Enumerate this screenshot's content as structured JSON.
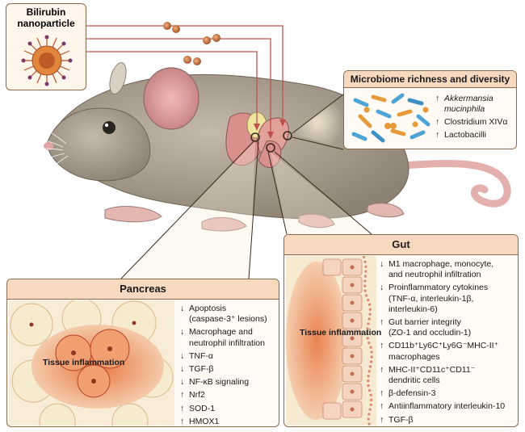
{
  "nanoparticle": {
    "title": "Bilirubin\nnanoparticle"
  },
  "microbiome": {
    "title": "Microbiome richness and diversity",
    "items": [
      {
        "arrow": "↑",
        "text": "Akkermansia",
        "italic": true
      },
      {
        "arrow": "",
        "text": "mucinphila",
        "italic": true
      },
      {
        "arrow": "↑",
        "text": "Clostridium XIVα",
        "italic": false
      },
      {
        "arrow": "↑",
        "text": "Lactobacilli",
        "italic": false
      }
    ]
  },
  "pancreas": {
    "title": "Pancreas",
    "tissue_label": "Tissue inflammation",
    "items": [
      {
        "arrow": "↓",
        "text": "Apoptosis"
      },
      {
        "arrow": "",
        "text": "(caspase-3⁺ lesions)"
      },
      {
        "arrow": "↓",
        "text": "Macrophage and"
      },
      {
        "arrow": "",
        "text": "neutrophil infiltration"
      },
      {
        "arrow": "↓",
        "text": "TNF-α"
      },
      {
        "arrow": "↓",
        "text": "TGF-β"
      },
      {
        "arrow": "↓",
        "text": "NF-κB signaling"
      },
      {
        "arrow": "↑",
        "text": "Nrf2"
      },
      {
        "arrow": "↑",
        "text": "SOD-1"
      },
      {
        "arrow": "↑",
        "text": "HMOX1"
      }
    ]
  },
  "gut": {
    "title": "Gut",
    "tissue_label": "Tissue inflammation",
    "items": [
      {
        "arrow": "↓",
        "text": "M1 macrophage, monocyte,"
      },
      {
        "arrow": "",
        "text": "and neutrophil infiltration"
      },
      {
        "arrow": "↓",
        "text": "Proinflammatory cytokines"
      },
      {
        "arrow": "",
        "text": "(TNF-α, interleukin-1β,"
      },
      {
        "arrow": "",
        "text": "interleukin-6)"
      },
      {
        "arrow": "↑",
        "text": "Gut barrier integrity"
      },
      {
        "arrow": "",
        "text": "(ZO-1 and occludin-1)"
      },
      {
        "arrow": "↑",
        "text": "CD11b⁺Ly6C⁺Ly6G⁻MHC-II⁺"
      },
      {
        "arrow": "",
        "text": "macrophages"
      },
      {
        "arrow": "↑",
        "text": "MHC-II⁺CD11c⁺CD11⁻"
      },
      {
        "arrow": "",
        "text": "dendritic cells"
      },
      {
        "arrow": "↑",
        "text": "β-defensin-3"
      },
      {
        "arrow": "↑",
        "text": "Antiinflammatory interleukin-10"
      },
      {
        "arrow": "↑",
        "text": "TGF-β"
      }
    ]
  },
  "colors": {
    "box_fill": "#fffaf3",
    "box_header": "#f6d9bf",
    "box_border": "#8a6a4a",
    "mouse_fur": "#a89c8e",
    "mouse_ear": "#e3a6a6",
    "nanoparticle": "#c8733c",
    "connector": "#c0504d",
    "tissue": "#e0723f"
  }
}
